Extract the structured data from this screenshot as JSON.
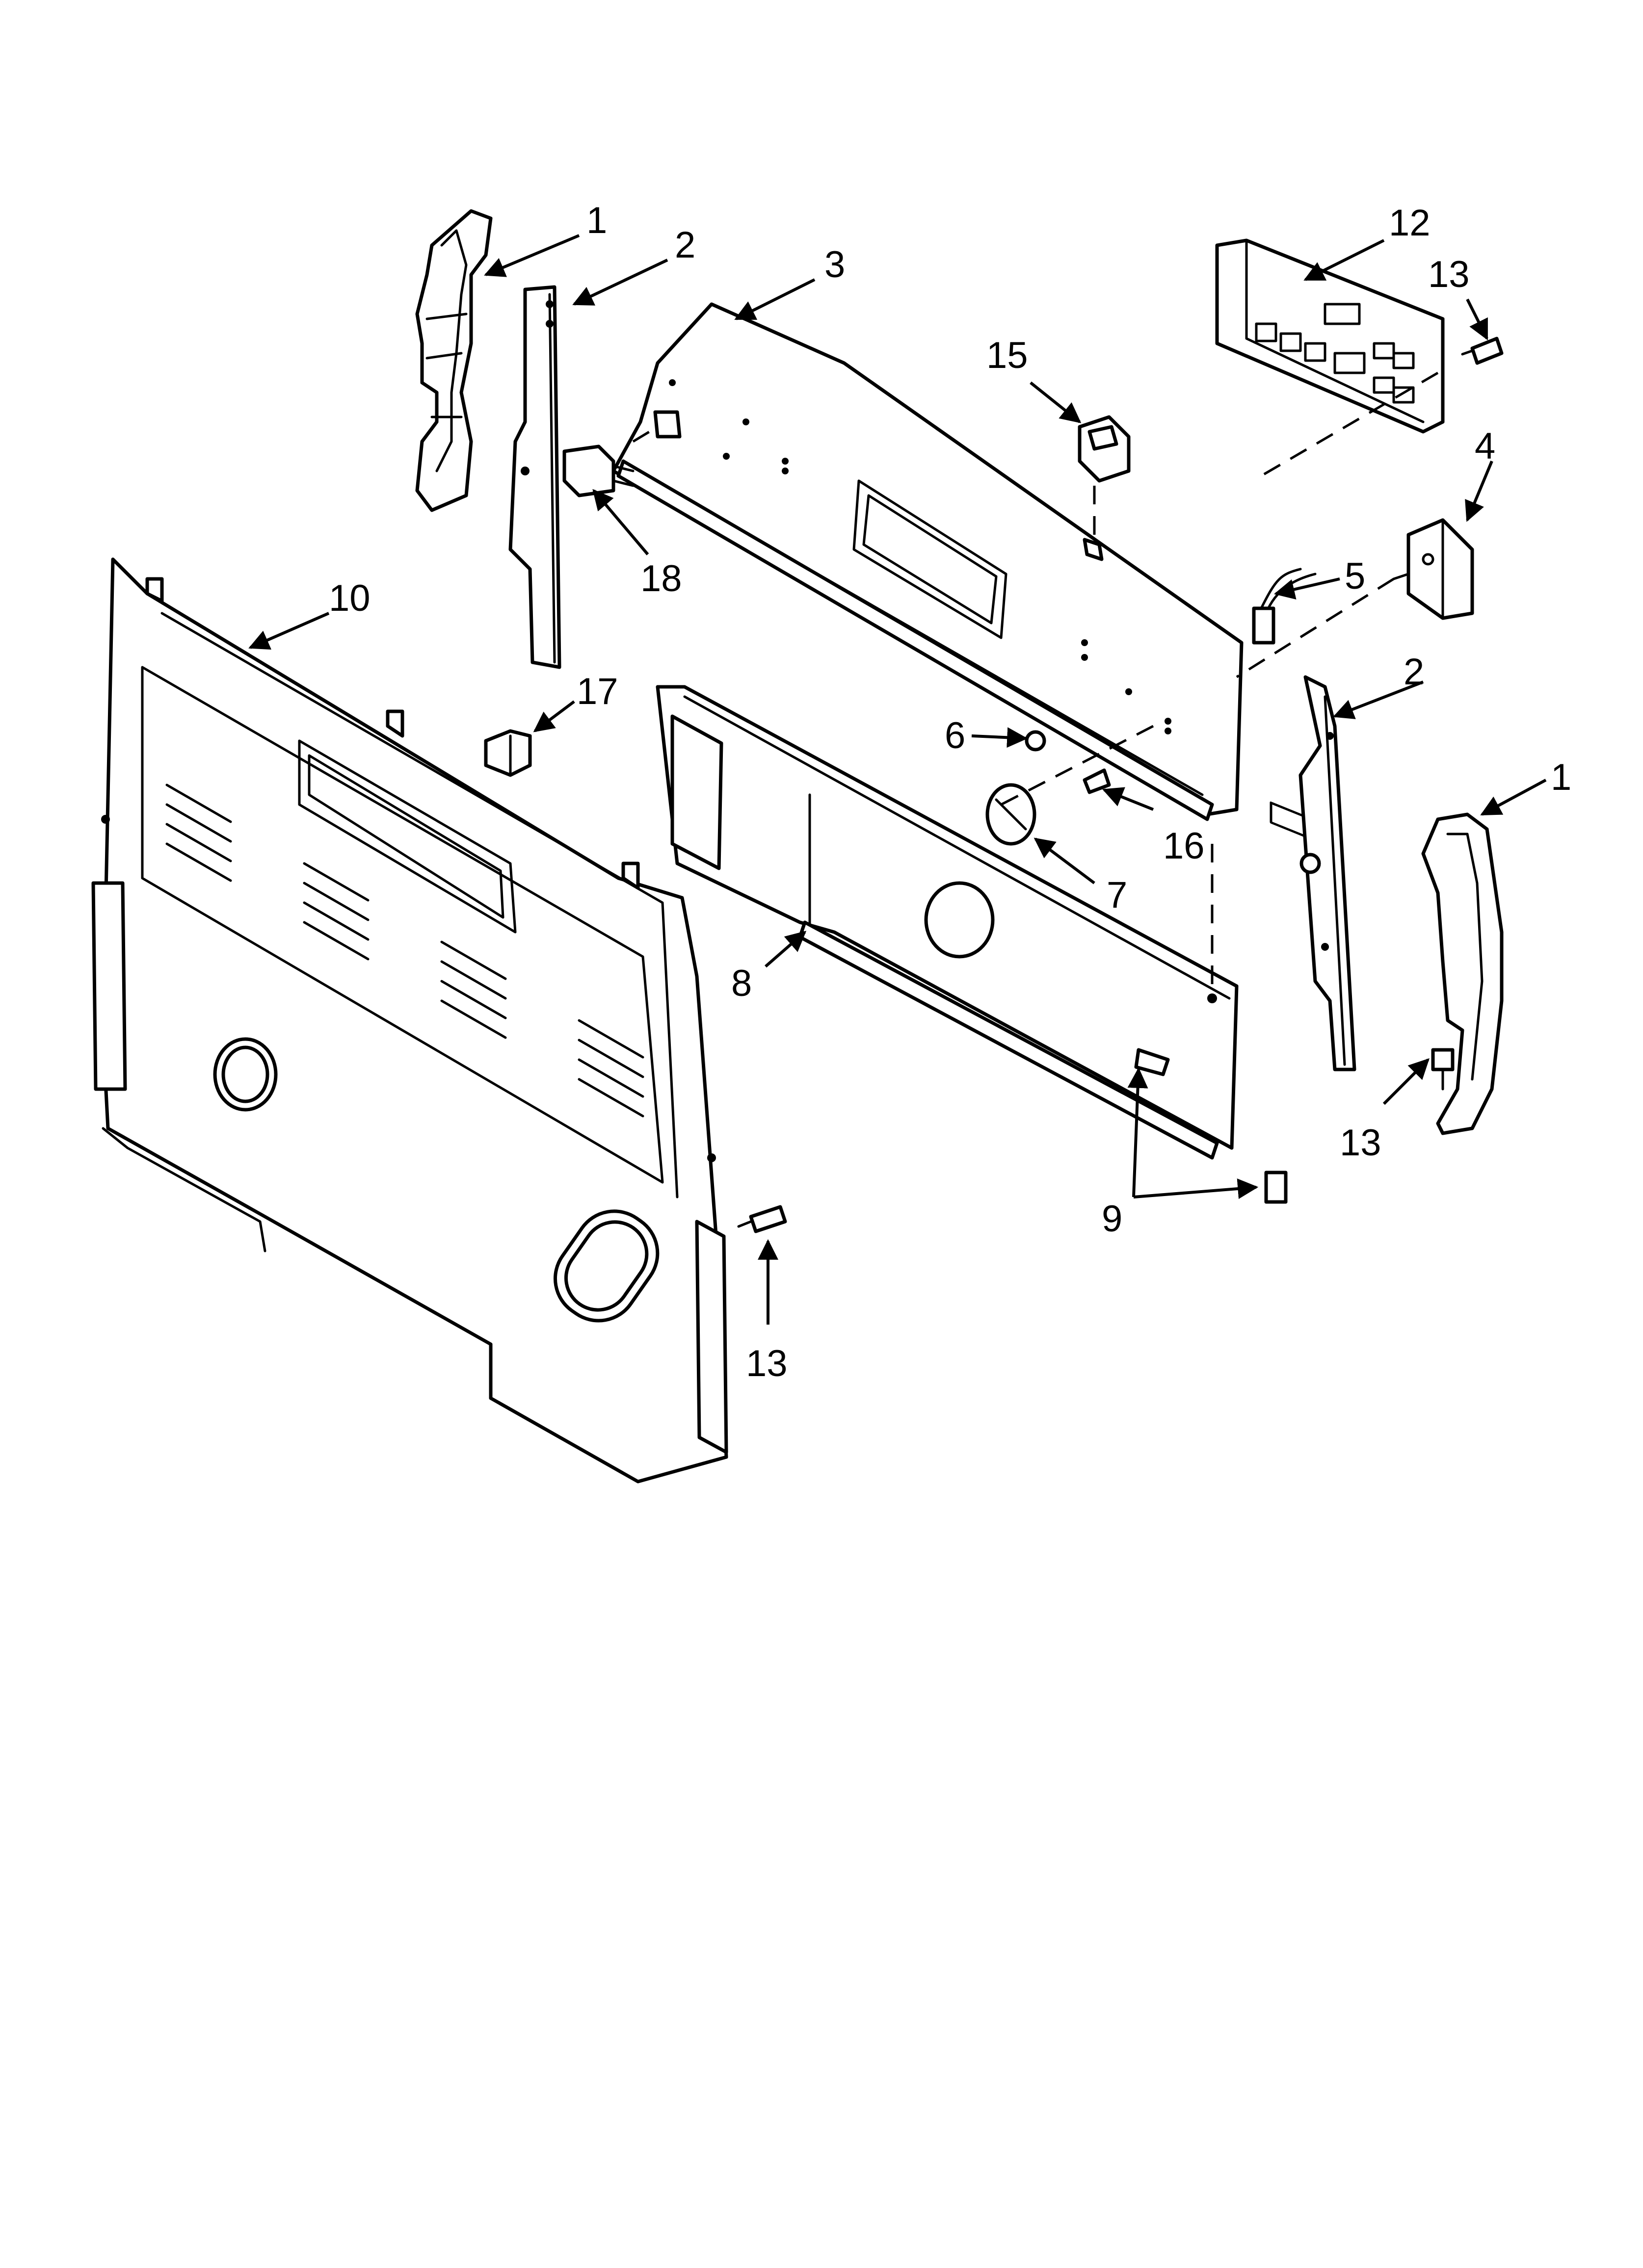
{
  "callouts": {
    "c1a": "1",
    "c2a": "2",
    "c3": "3",
    "c12": "12",
    "c13a": "13",
    "c15": "15",
    "c4": "4",
    "c18": "18",
    "c5": "5",
    "c10": "10",
    "c17": "17",
    "c2b": "2",
    "c1b": "1",
    "c6": "6",
    "c16": "16",
    "c7": "7",
    "c8": "8",
    "c13b": "13",
    "c9": "9",
    "c13c": "13"
  }
}
